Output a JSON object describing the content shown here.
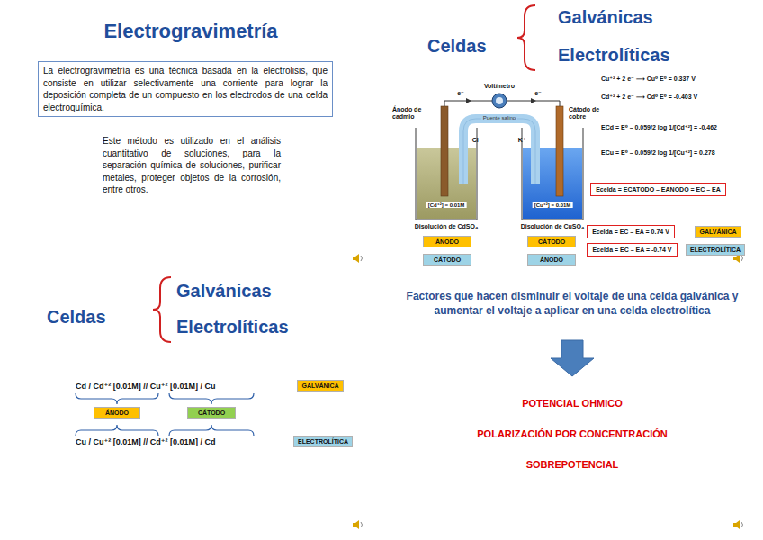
{
  "diagram": {
    "title": "Electrogravimetría",
    "nodes": [
      {
        "text": [
          "La electrogravimetría es una técnica basada en la electrolisis, que consiste en utilizar selectivamente una corriente para lograr la deposición completa de un compuesto en los electrodos de una celda electroquímica."
        ]
      },
      {
        "text": [
          "Ecelda = ECATODO – EANODO = EC – EA"
        ]
      },
      {
        "text": [
          "ÁNODO"
        ]
      },
      {
        "text": [
          "CÁTODO"
        ]
      },
      {
        "text": [
          "Ecelda = EC – EA = 0.74 V"
        ]
      },
      {
        "text": [
          "GALVÁNICA"
        ]
      },
      {
        "text": [
          "CÁTODO"
        ]
      },
      {
        "text": [
          "ÁNODO"
        ]
      },
      {
        "text": [
          "Ecelda = EC – EA = -0.74 V"
        ]
      },
      {
        "text": [
          "ELECTROLÍTICA"
        ]
      },
      {
        "text": [
          "GALVÁNICA"
        ]
      },
      {
        "text": [
          "ÁNODO"
        ]
      },
      {
        "text": [
          "CÁTODO"
        ]
      },
      {
        "text": [
          "ELECTROLÍTICA"
        ]
      }
    ],
    "labels": [
      "Este método es utilizado en el análisis cuantitativo de soluciones, para la separación química de soluciones, purificar metales, proteger objetos de la corrosión, entre otros.",
      "Celdas",
      "Galvánicas",
      "Electrolíticas",
      "Voltímetro",
      "e⁻",
      "e⁻",
      "Ánodo de cadmio",
      "Cátodo de cobre",
      "Puente salino",
      "Cl⁻",
      "K⁺",
      "[Cd⁺²] = 0.01M",
      "[Cu⁺²] = 0.01M",
      "Disolución de CdSO₄",
      "Disolución de CuSO₄",
      "Cu⁺² + 2 e⁻ ⟶ Cu⁰ E⁰ = 0.337 V",
      "Cd⁺² + 2 e⁻ ⟶ Cd⁰ E⁰ = -0.403 V",
      "ECd = E⁰ – 0.059/2 log 1/[Cd⁺²] = -0.462",
      "ECu = E⁰ – 0.059/2 log 1/[Cu⁺²] = 0.278",
      "Celdas",
      "Galvánicas",
      "Electrolíticas",
      "Cd / Cd⁺² [0.01M] // Cu⁺² [0.01M] / Cu",
      "Cu / Cu⁺² [0.01M] // Cd⁺² [0.01M] / Cd",
      "Factores que hacen disminuir el voltaje de una celda galvánica y aumentar el voltaje a aplicar en una celda electrolítica",
      "POTENCIAL OHMICO",
      "POLARIZACIÓN POR CONCENTRACIÓN",
      "SOBREPOTENCIAL"
    ]
  }
}
